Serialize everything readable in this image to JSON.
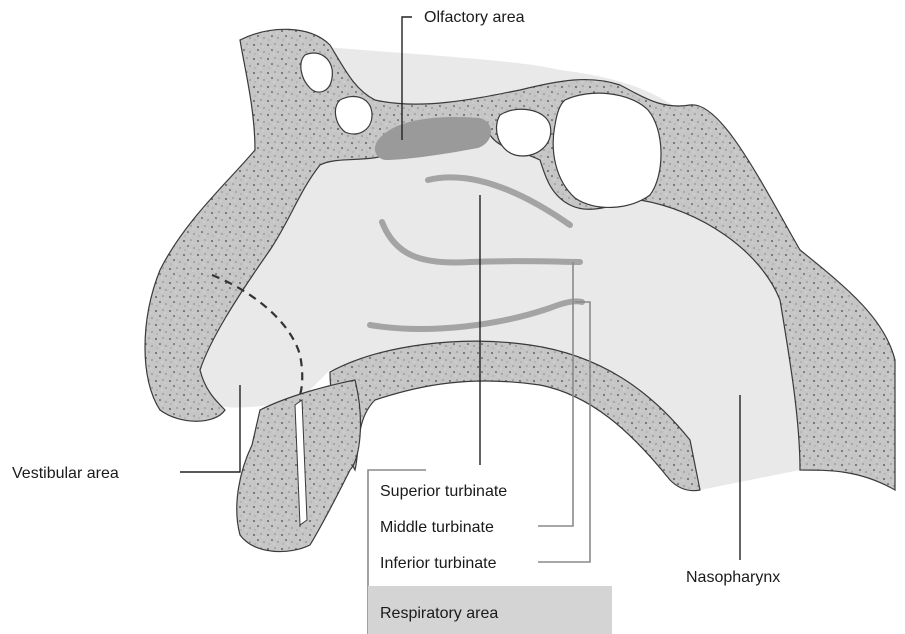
{
  "labels": {
    "olfactory_area": "Olfactory area",
    "vestibular_area": "Vestibular area",
    "superior_turbinate": "Superior turbinate",
    "middle_turbinate": "Middle turbinate",
    "inferior_turbinate": "Inferior turbinate",
    "nasopharynx": "Nasopharynx",
    "respiratory_area": "Respiratory area"
  },
  "colors": {
    "bone": "#c9c9c9",
    "cavity": "#e9e9e9",
    "olfactory_region": "#9a9a9a",
    "turbinate": "#a4a4a4",
    "respiratory_box": "#d4d4d4",
    "outline": "#3a3a3a"
  }
}
